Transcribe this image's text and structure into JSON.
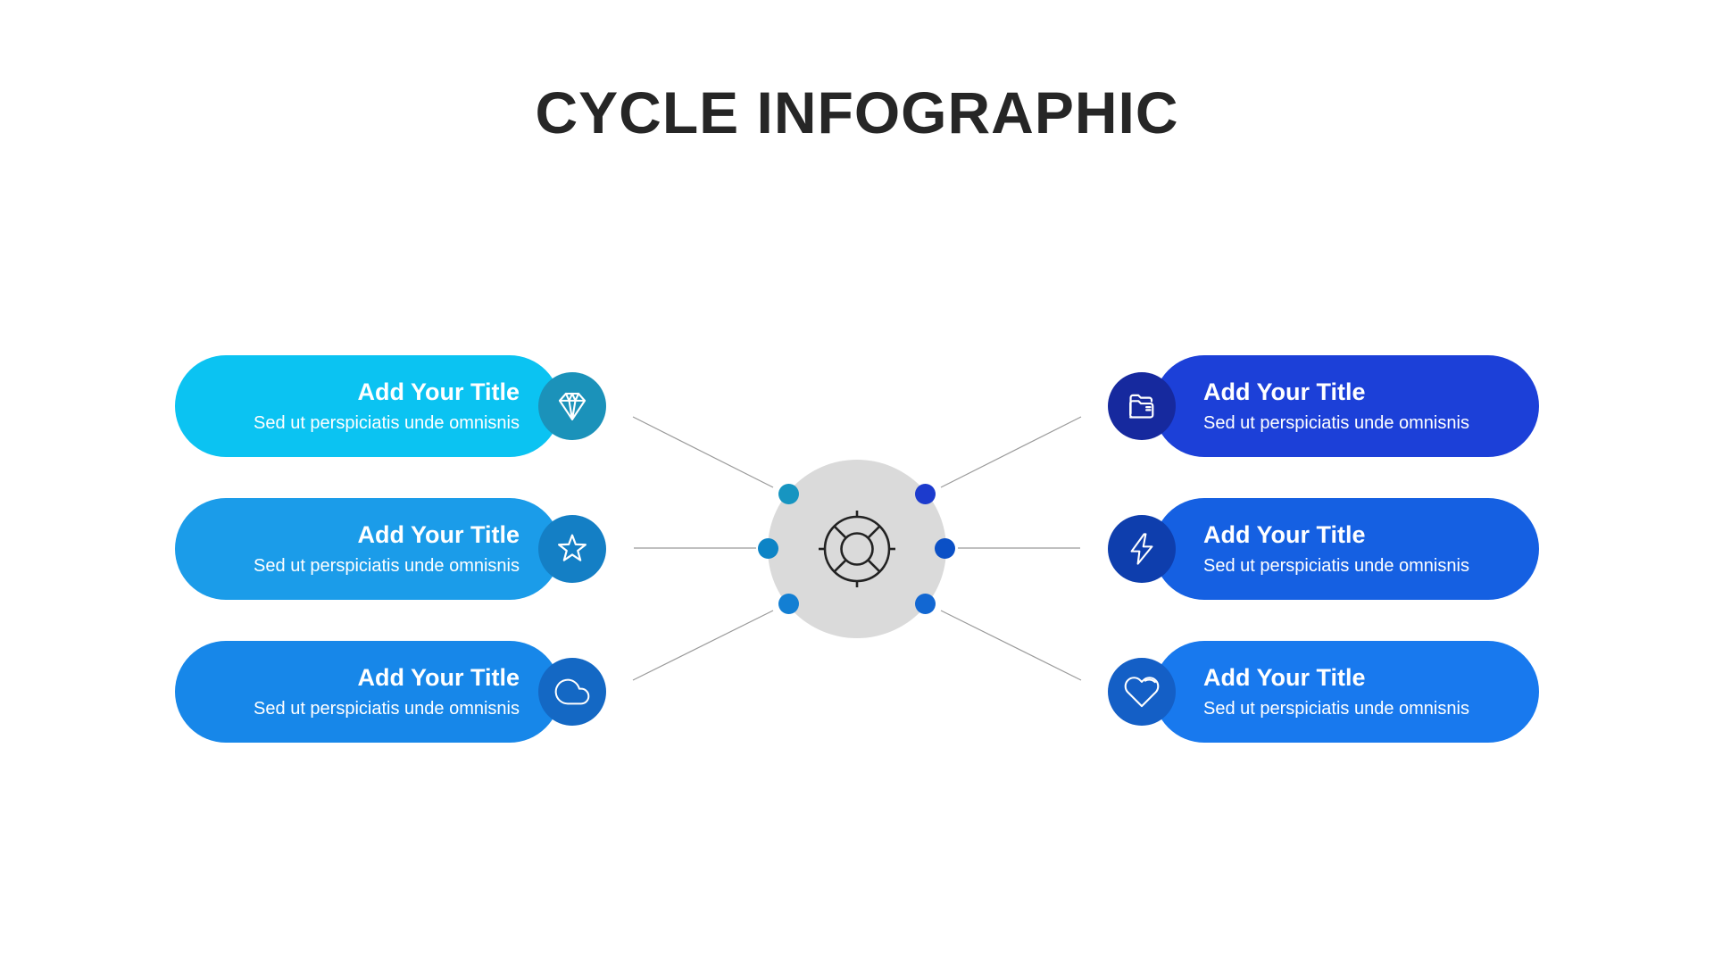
{
  "title": "CYCLE INFOGRAPHIC",
  "colors": {
    "background": "#ffffff",
    "title_text": "#262626",
    "connector_line": "#9a9a9a",
    "center_circle": "#dadada",
    "center_icon": "#222222",
    "card_text": "#ffffff"
  },
  "center": {
    "icon": "lifebuoy-icon"
  },
  "items": [
    {
      "position": "left-top",
      "title": "Add Your Title",
      "subtitle": "Sed ut perspiciatis unde omnisnis",
      "icon": "diamond-icon",
      "card_color": "#0bc3f2",
      "icon_circle_color": "#1b92ba",
      "dot_color": "#1795c1"
    },
    {
      "position": "left-middle",
      "title": "Add Your Title",
      "subtitle": "Sed ut perspiciatis unde omnisnis",
      "icon": "star-icon",
      "card_color": "#1b9ce9",
      "icon_circle_color": "#147fc5",
      "dot_color": "#0d84c6"
    },
    {
      "position": "left-bottom",
      "title": "Add Your Title",
      "subtitle": "Sed ut perspiciatis unde omnisnis",
      "icon": "cloud-icon",
      "card_color": "#1787e9",
      "icon_circle_color": "#1468c4",
      "dot_color": "#137fd3"
    },
    {
      "position": "right-top",
      "title": "Add Your Title",
      "subtitle": "Sed ut perspiciatis unde omnisnis",
      "icon": "folder-icon",
      "card_color": "#1c40d8",
      "icon_circle_color": "#16299e",
      "dot_color": "#1c3bcd"
    },
    {
      "position": "right-middle",
      "title": "Add Your Title",
      "subtitle": "Sed ut perspiciatis unde omnisnis",
      "icon": "lightning-icon",
      "card_color": "#1560e2",
      "icon_circle_color": "#0e3ead",
      "dot_color": "#0b50c6"
    },
    {
      "position": "right-bottom",
      "title": "Add Your Title",
      "subtitle": "Sed ut perspiciatis unde omnisnis",
      "icon": "heart-icon",
      "card_color": "#1879ee",
      "icon_circle_color": "#145fc6",
      "dot_color": "#1267d2"
    }
  ]
}
